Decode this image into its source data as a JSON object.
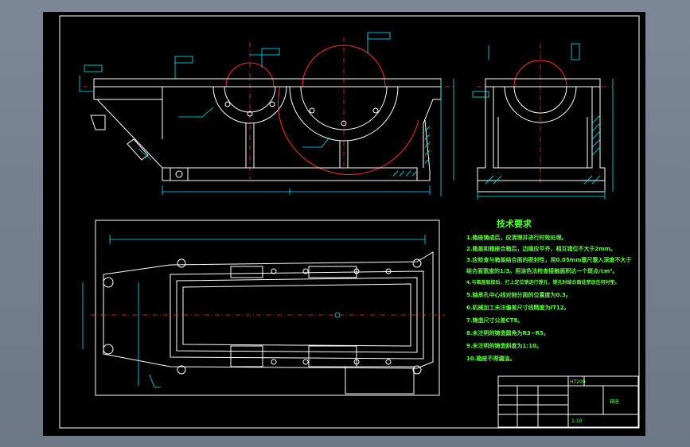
{
  "colors": {
    "sheet": "#000000",
    "outline": "#ffffff",
    "center_lines": "#ff2a2a",
    "dimensions": "#00e5ff",
    "notes": "#5cff3a"
  },
  "notes": {
    "title": "技术要求",
    "items": [
      "1.箱座铸成后，应清理并进行时效处理。",
      "2.箱盖和箱座合箱后，边缘应平齐，相互错位不大于2mm。",
      "3.应检查与箱盖结合面的密封性，用0.05mm塞尺塞入深度不大于",
      "结合面宽度的1/3。用涂色法检查接触面积达一个斑点/cm²。",
      "4.与箱盖联接后，打上定位销进行镗孔，镗孔时结合面处禁放任何衬垫。",
      "5.轴承孔中心线对剖分面的位置度为0.3。",
      "6.机械加工未注偏差尺寸线精度为IT12。",
      "7.铸造尺寸公差CT8。",
      "8.未注明的铸造圆角为R3~R5。",
      "9.未注明的铸造斜度为1:10。",
      "10.箱座不得漏油。"
    ]
  },
  "title_block": {
    "drawing_name": "箱座",
    "code": "HT200",
    "scale": "1:10"
  }
}
